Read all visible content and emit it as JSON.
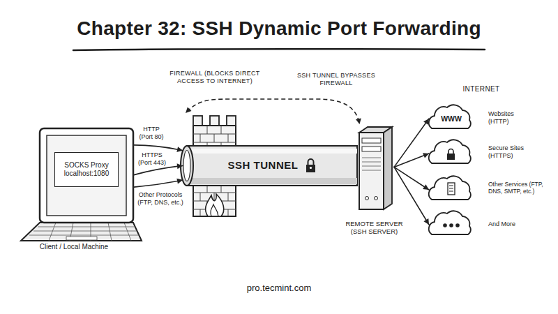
{
  "diagram": {
    "title": "Chapter 32: SSH Dynamic Port Forwarding",
    "nodes": [
      {
        "text": [
          "Client / Local Machine"
        ]
      },
      {
        "text": [
          "SOCKS Proxy localhost:1080"
        ],
        "in": 0
      },
      {
        "text": [
          "FIREWALL (BLOCKS DIRECT ACCESS TO INTERNET)"
        ]
      },
      {
        "text": [
          "SSH TUNNEL"
        ]
      },
      {
        "text": [
          "REMOTE SERVER (SSH SERVER)"
        ]
      },
      {
        "text": [
          "WWW",
          "Websites (HTTP)"
        ]
      },
      {
        "text": [
          "Secure Sites (HTTPS)"
        ]
      },
      {
        "text": [
          "Other Services (FTP, DNS, SMTP, etc.)"
        ]
      },
      {
        "text": [
          "And More"
        ]
      }
    ],
    "edges": [
      {
        "from": 0,
        "to": 3,
        "arrow": "to",
        "label": "HTTP (Port 80)"
      },
      {
        "from": 0,
        "to": 3,
        "arrow": "to",
        "label": "HTTPS (Port 443)"
      },
      {
        "from": 0,
        "to": 3,
        "arrow": "to",
        "label": "Other Protocols (FTP, DNS, etc.)"
      },
      {
        "from": 4,
        "to": 5,
        "arrow": "to"
      },
      {
        "from": 4,
        "to": 6,
        "arrow": "to"
      },
      {
        "from": 4,
        "to": 7,
        "arrow": "to"
      },
      {
        "from": 4,
        "to": 8,
        "arrow": "to"
      }
    ],
    "labels": [
      "SSH TUNNEL BYPASSES FIREWALL",
      "INTERNET",
      "pro.tecmint.com"
    ]
  }
}
